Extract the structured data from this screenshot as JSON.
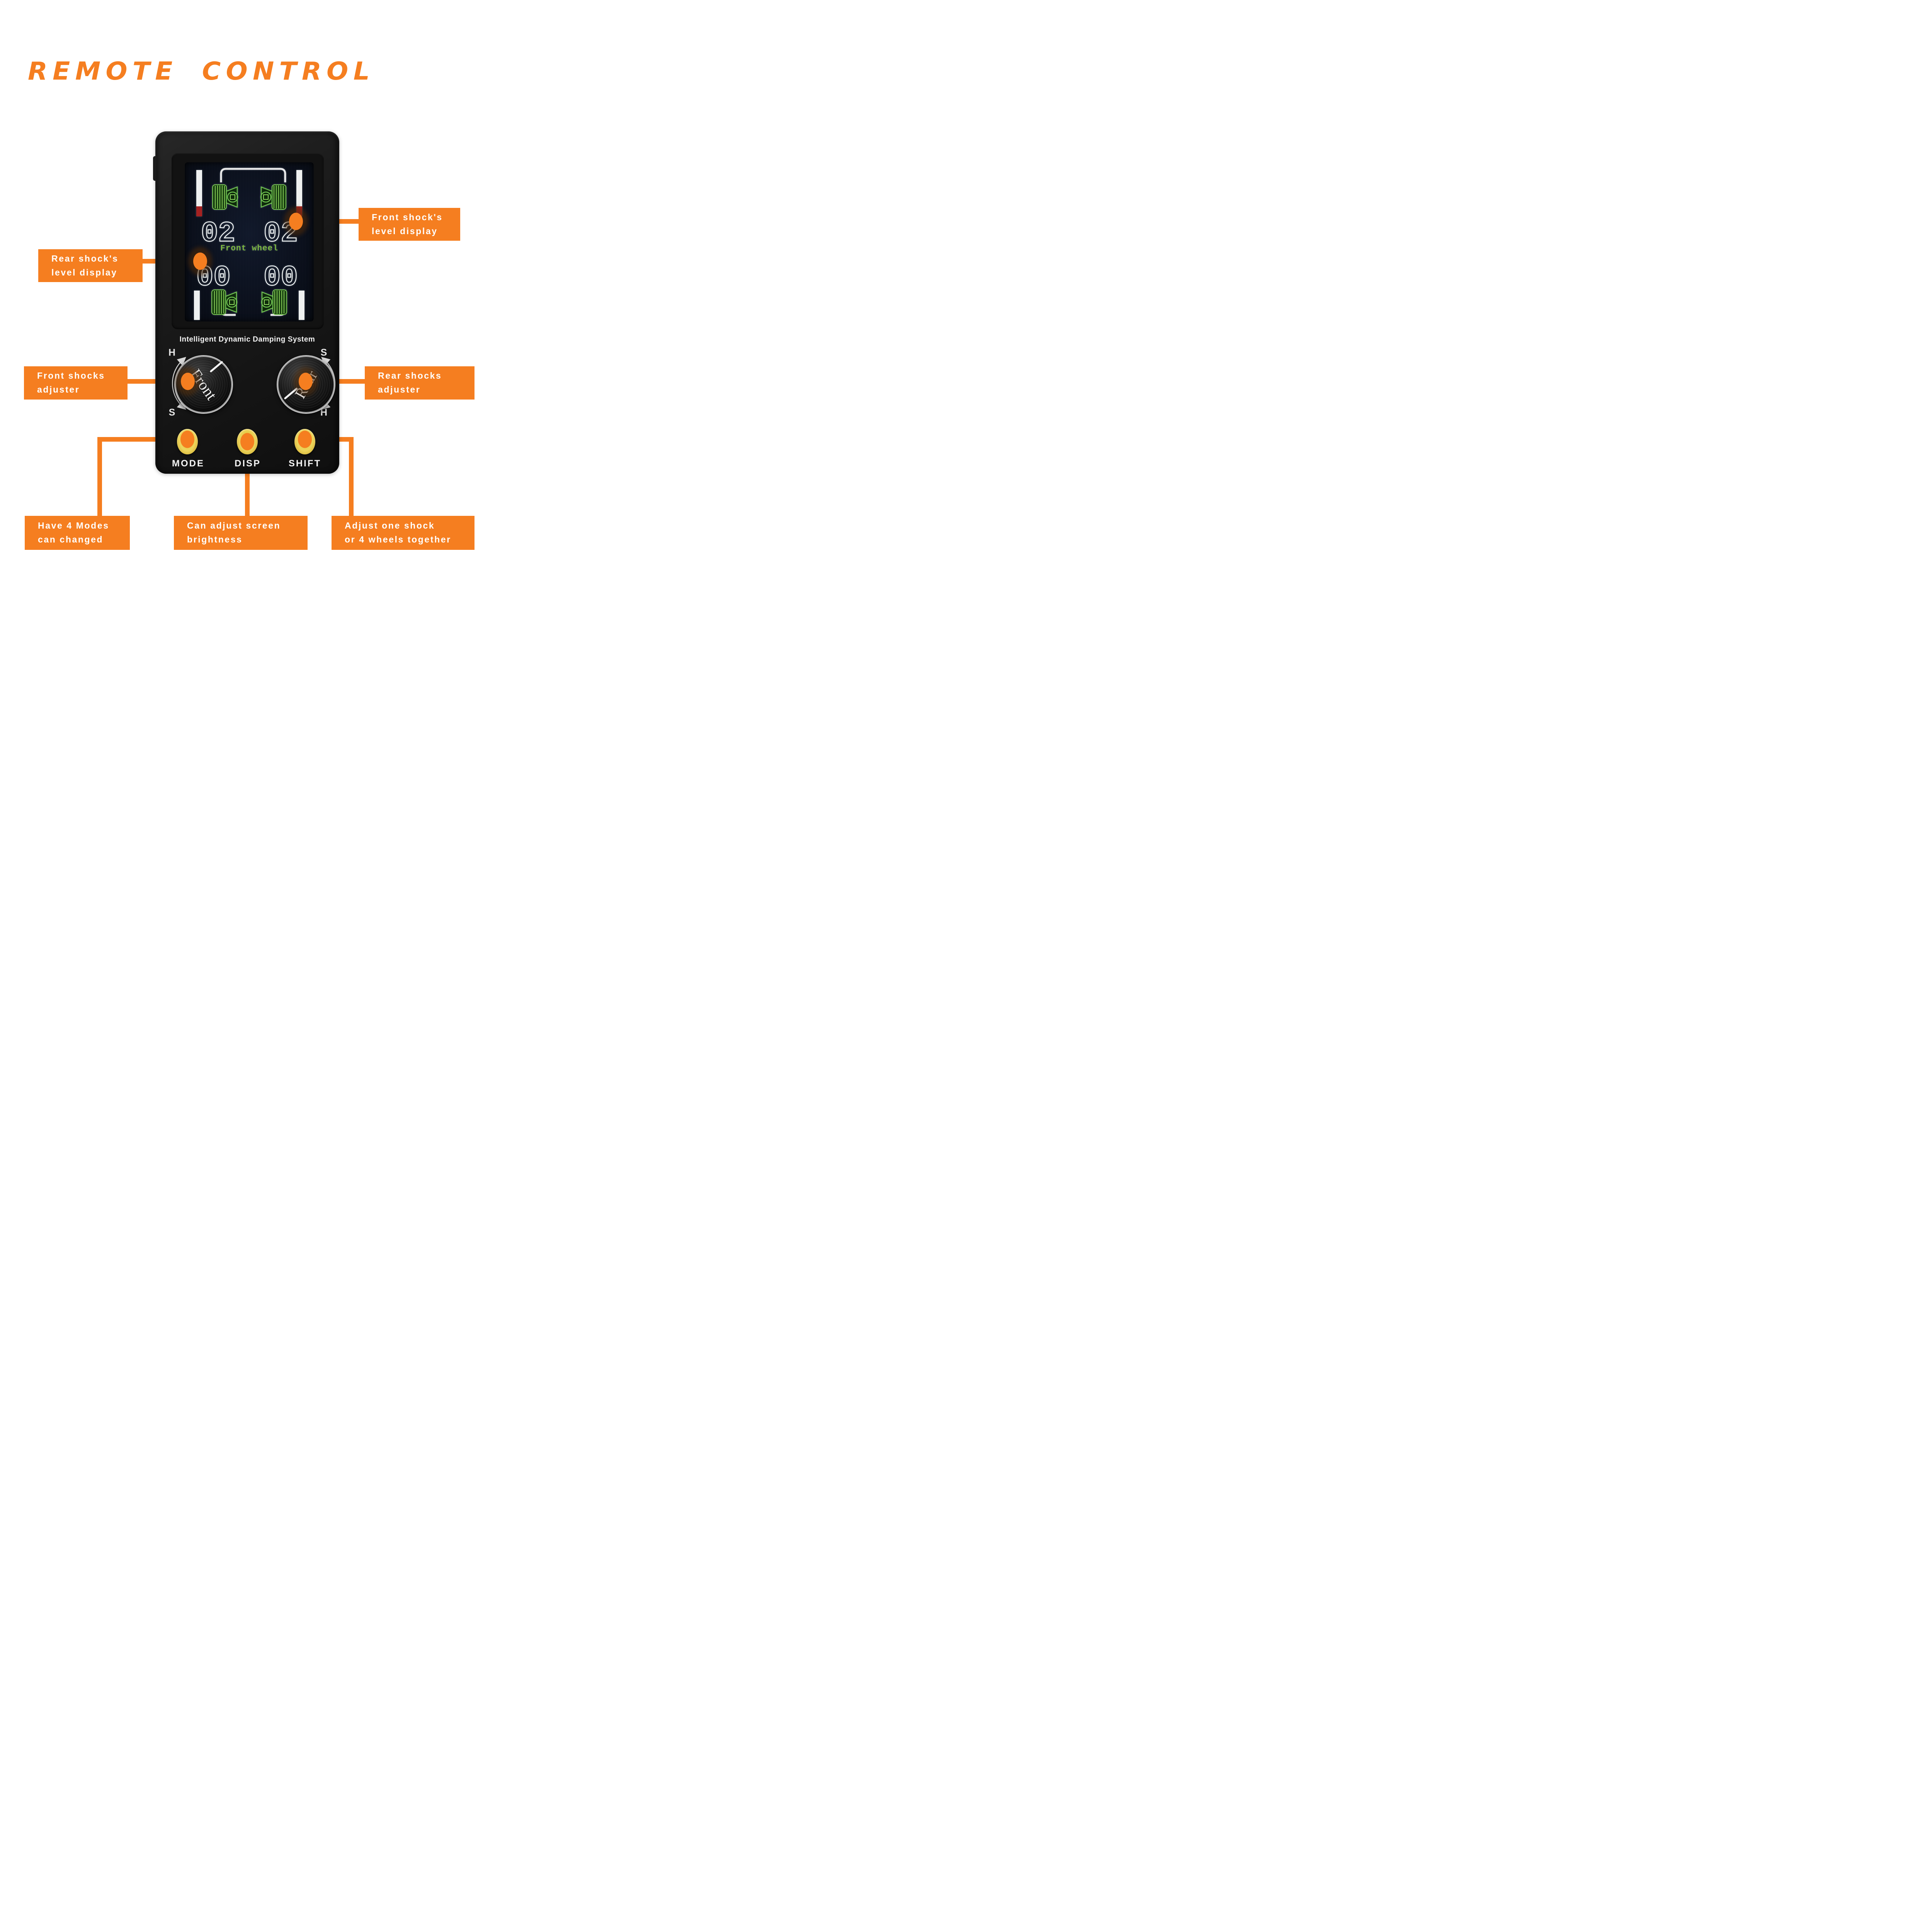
{
  "title": "REMOTE CONTROL",
  "colors": {
    "accent": "#f57e20",
    "device_body": "#1b1b1b",
    "screen_background": "#0a0f1b",
    "screen_white": "#eef0f0",
    "screen_red": "#a42020",
    "screen_green": "#7cc24e",
    "screen_text_green": "#7cb93e",
    "button_yellow": "#e6c941"
  },
  "device": {
    "brand_line": "Intelligent Dynamic Damping System",
    "screen": {
      "front_left_level": "02",
      "front_right_level": "02",
      "mode_label": "Front wheel",
      "rear_left_level": "00",
      "rear_right_level": "00"
    },
    "knobs": {
      "front": {
        "label": "Front",
        "top_mark": "H",
        "bottom_mark": "S"
      },
      "rear": {
        "label": "Rear",
        "top_mark": "S",
        "bottom_mark": "H"
      }
    },
    "buttons": [
      {
        "label": "MODE"
      },
      {
        "label": "DISP"
      },
      {
        "label": "SHIFT"
      }
    ]
  },
  "callouts": {
    "front_level": {
      "line1": "Front shock's",
      "line2": "level display"
    },
    "rear_level": {
      "line1": "Rear shock's",
      "line2": "level display"
    },
    "front_adjuster": {
      "line1": "Front shocks",
      "line2": "adjuster"
    },
    "rear_adjuster": {
      "line1": "Rear shocks",
      "line2": "adjuster"
    },
    "mode": {
      "line1": "Have 4 Modes",
      "line2": "can changed"
    },
    "disp": {
      "line1": "Can adjust screen",
      "line2": "brightness"
    },
    "shift": {
      "line1": "Adjust one shock",
      "line2": "or 4 wheels together"
    }
  }
}
